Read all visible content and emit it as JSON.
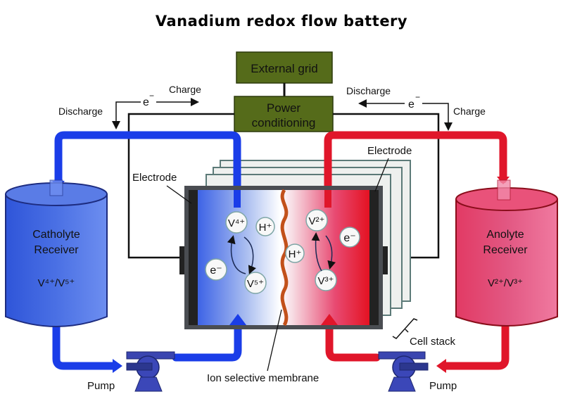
{
  "title": "Vanadium redox flow battery",
  "boxes": {
    "external_grid": "External grid",
    "power_conditioning_line1": "Power",
    "power_conditioning_line2": "conditioning"
  },
  "flow_labels": {
    "left_discharge": "Discharge",
    "left_charge": "Charge",
    "left_electron": "e",
    "right_discharge": "Discharge",
    "right_charge": "Charge",
    "right_electron": "e",
    "electron_sup": "−"
  },
  "tanks": {
    "catholyte": {
      "line1": "Catholyte",
      "line2": "Receiver",
      "species": "V⁴⁺/V⁵⁺"
    },
    "anolyte": {
      "line1": "Anolyte",
      "line2": "Receiver",
      "species": "V²⁺/V³⁺"
    }
  },
  "cell": {
    "electrode_left": "Electrode",
    "electrode_right": "Electrode",
    "membrane": "Ion selective membrane",
    "cell_stack": "Cell stack",
    "ions_left": [
      "V⁴⁺",
      "V⁵⁺",
      "H⁺",
      "e⁻"
    ],
    "ions_right": [
      "V²⁺",
      "V³⁺",
      "H⁺",
      "e⁻"
    ]
  },
  "pumps": {
    "left": "Pump",
    "right": "Pump"
  },
  "colors": {
    "box_fill": "#556b1a",
    "catholyte": "#1a3de8",
    "anolyte": "#e0162a",
    "membrane": "#c2501a"
  }
}
